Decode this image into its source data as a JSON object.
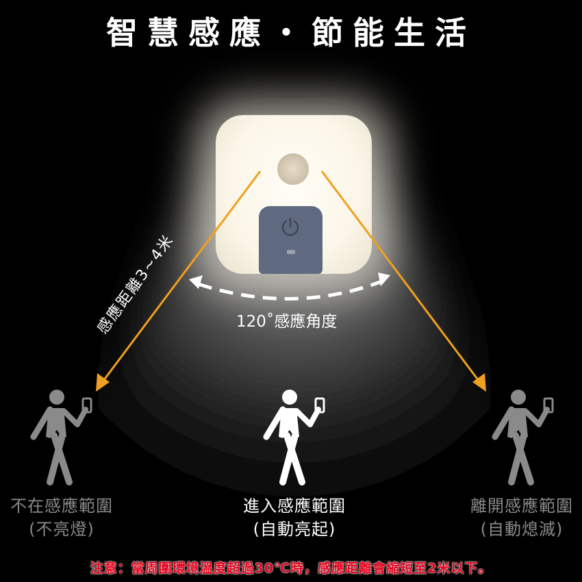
{
  "title": "智慧感應・節能生活",
  "sensing_angle": "120˚感應角度",
  "sensing_distance": "感應距離3~4米",
  "states": [
    {
      "line1": "不在感應範圍",
      "line2": "(不亮燈)",
      "color": "#8a8a8a"
    },
    {
      "line1": "進入感應範圍",
      "line2": "(自動亮起)",
      "color": "#ffffff"
    },
    {
      "line1": "離開感應範圍",
      "line2": "(自動熄滅)",
      "color": "#8a8a8a"
    }
  ],
  "note": "注意：當周圍環境溫度超過30℃時，感應距離會縮短至2米以下。",
  "colors": {
    "arrow": "#f0a020",
    "note": "#e3001b",
    "panel": "#5f6a80"
  }
}
